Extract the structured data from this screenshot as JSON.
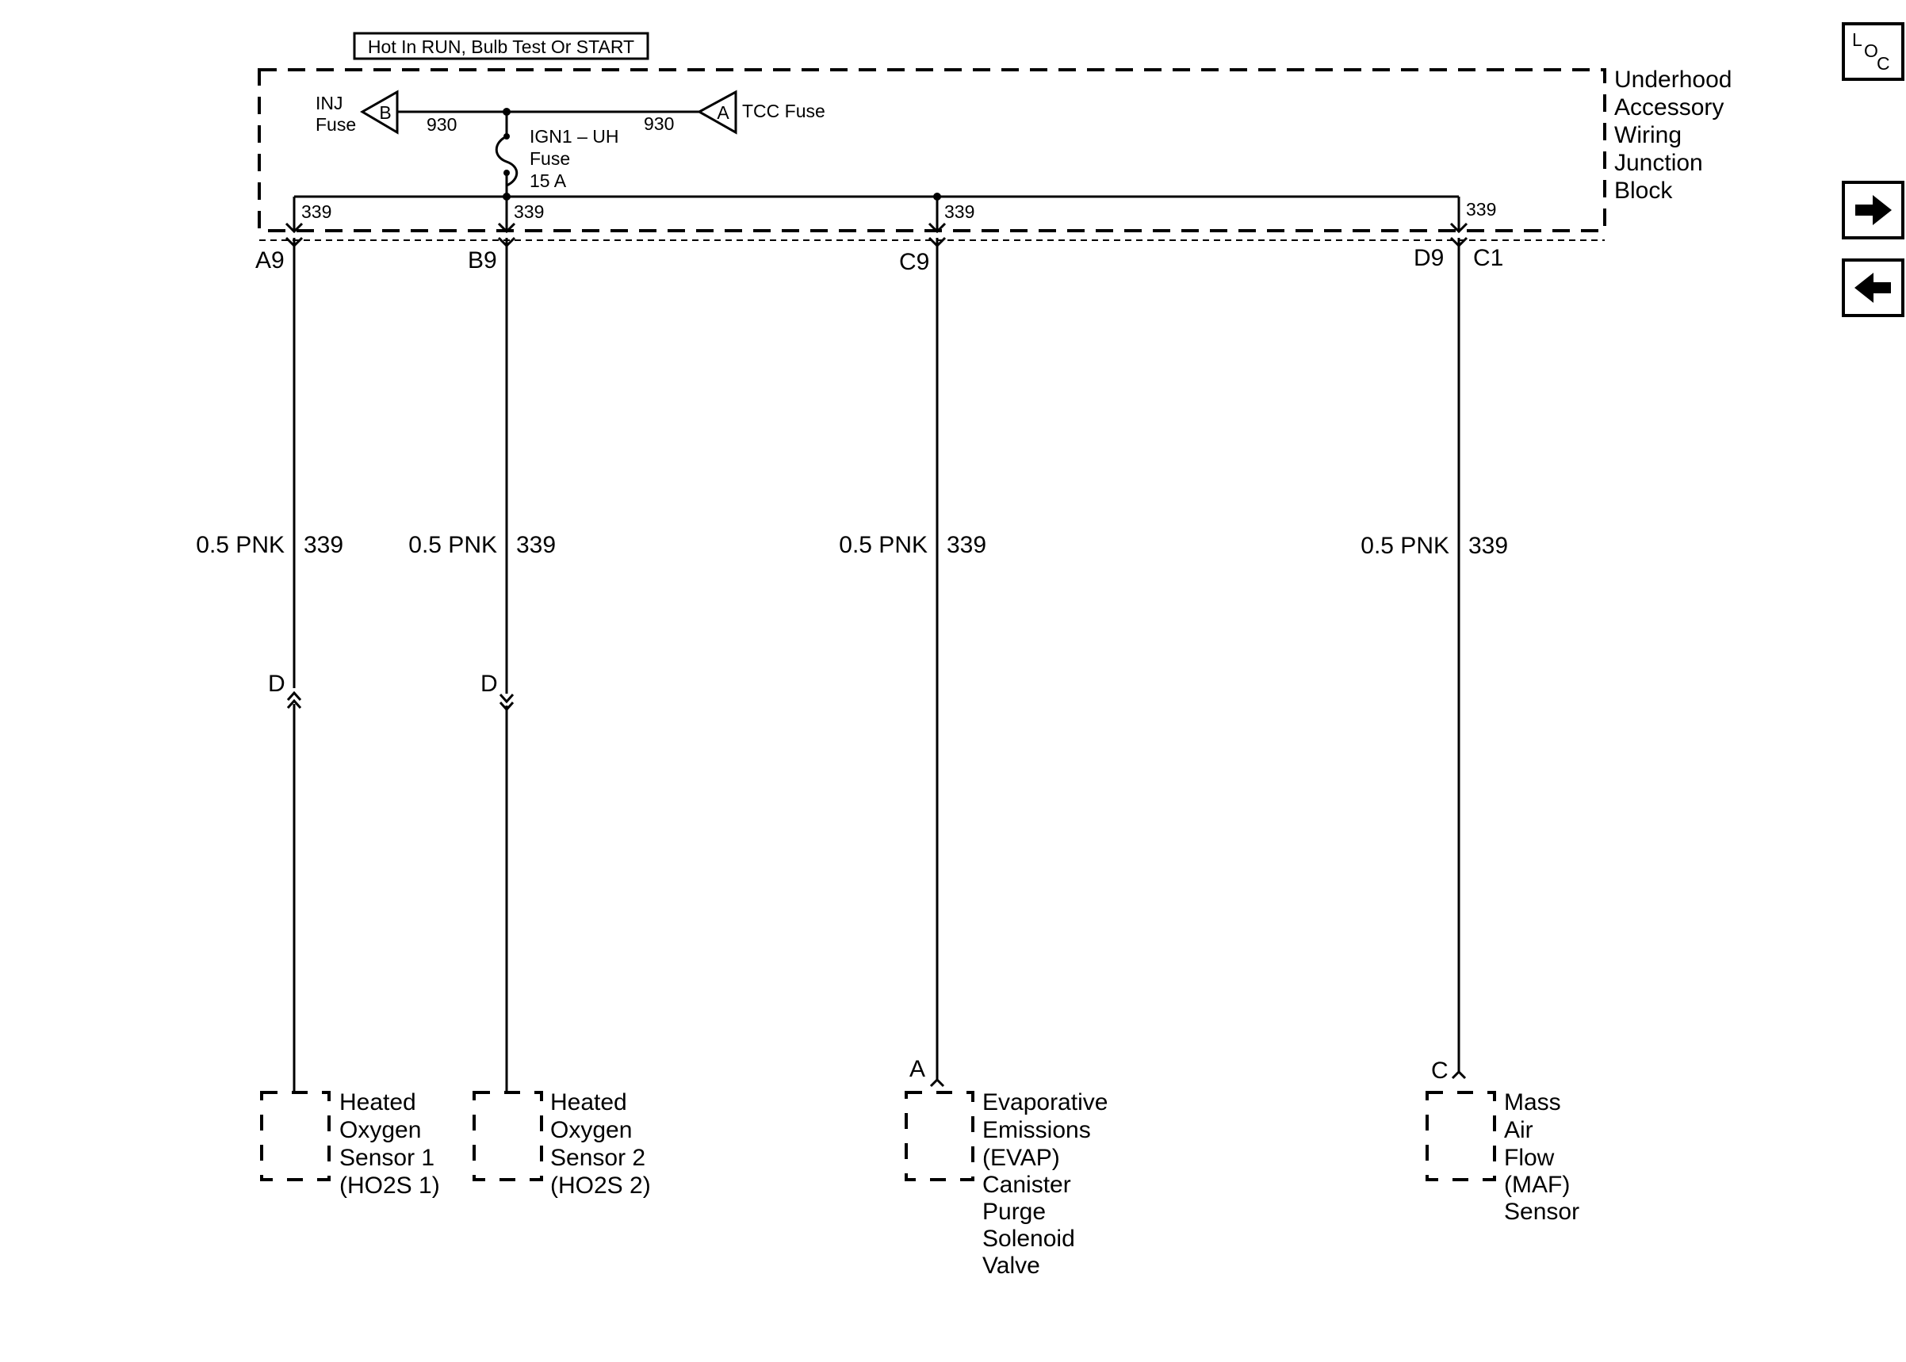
{
  "header": {
    "power_label": "Hot In RUN, Bulb Test Or START"
  },
  "junction_block": {
    "name_lines": [
      "Underhood",
      "Accessory",
      "Wiring",
      "Junction",
      "Block"
    ],
    "left_fuse_line1": "INJ",
    "left_fuse_line2": "Fuse",
    "left_fuse_tag": "B",
    "right_fuse_tag": "A",
    "right_fuse_label": "TCC Fuse",
    "feed_circuit_left": "930",
    "feed_circuit_right": "930",
    "fuse_line1": "IGN1 – UH",
    "fuse_line2": "Fuse",
    "fuse_line3": "15 A",
    "bus_circuits": [
      "339",
      "339",
      "339",
      "339"
    ]
  },
  "connectors": {
    "a9": "A9",
    "b9": "B9",
    "c9": "C9",
    "d9": "D9",
    "c1": "C1"
  },
  "wires": [
    {
      "color_label": "0.5 PNK",
      "circuit": "339"
    },
    {
      "color_label": "0.5 PNK",
      "circuit": "339"
    },
    {
      "color_label": "0.5 PNK",
      "circuit": "339"
    },
    {
      "color_label": "0.5 PNK",
      "circuit": "339"
    }
  ],
  "inline_connectors": [
    "D",
    "D"
  ],
  "component_pins": [
    "A",
    "C"
  ],
  "components": [
    {
      "lines": [
        "Heated",
        "Oxygen",
        "Sensor 1",
        "(HO2S 1)"
      ]
    },
    {
      "lines": [
        "Heated",
        "Oxygen",
        "Sensor 2",
        "(HO2S 2)"
      ]
    },
    {
      "lines": [
        "Evaporative",
        "Emissions",
        "(EVAP)",
        "Canister",
        "Purge",
        "Solenoid",
        "Valve"
      ]
    },
    {
      "lines": [
        "Mass",
        "Air",
        "Flow",
        "(MAF)",
        "Sensor"
      ]
    }
  ],
  "nav": {
    "loc_l": "L",
    "loc_o": "O",
    "loc_c": "C"
  }
}
